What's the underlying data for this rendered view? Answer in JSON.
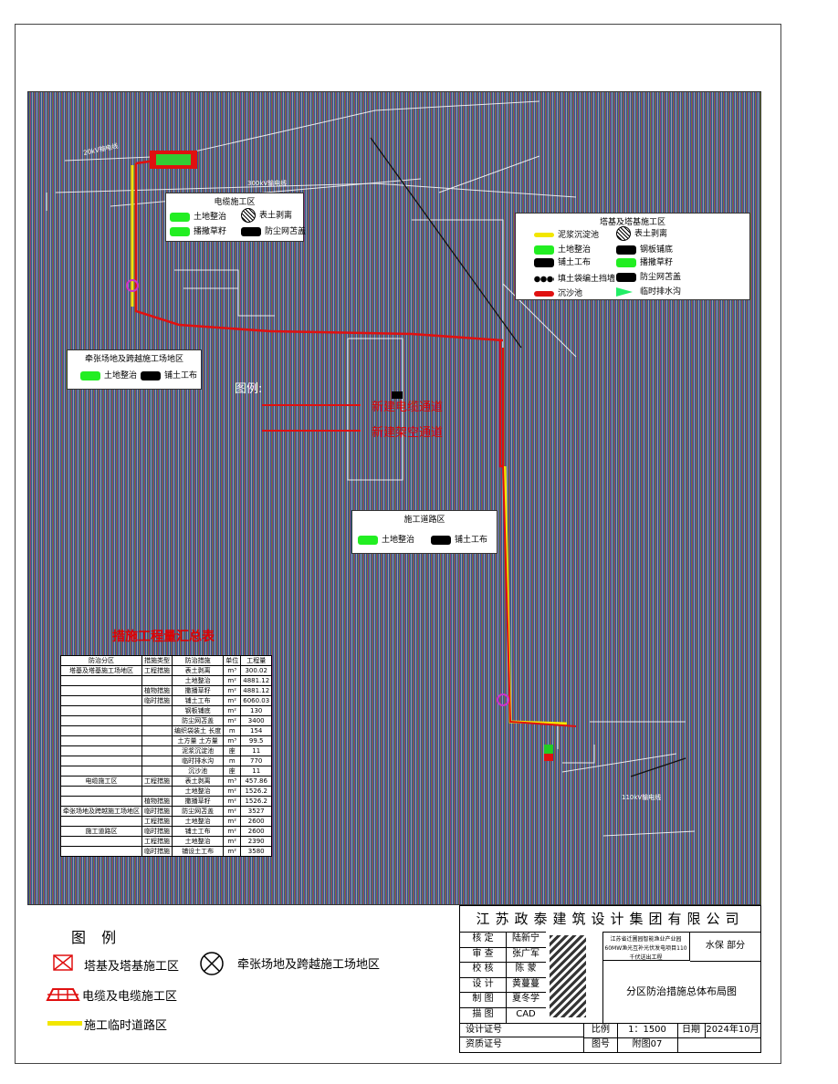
{
  "map": {
    "legend_power_cable": {
      "title": "电缆施工区",
      "items": [
        {
          "swatch": "green",
          "label": "土地整治"
        },
        {
          "swatch": "hatched-circle",
          "label": "表土剥离"
        },
        {
          "swatch": "green",
          "label": "播撒草籽"
        },
        {
          "swatch": "black",
          "label": "防尘网苫盖"
        }
      ]
    },
    "legend_tower": {
      "title": "塔基及塔基施工区",
      "items": [
        {
          "swatch": "yellow",
          "label": "泥浆沉淀池"
        },
        {
          "swatch": "hatched-circle",
          "label": "表土剥离"
        },
        {
          "swatch": "green",
          "label": "土地整治"
        },
        {
          "swatch": "black",
          "label": "钢板铺底"
        },
        {
          "swatch": "black",
          "label": "铺土工布"
        },
        {
          "swatch": "green",
          "label": "播撒草籽"
        },
        {
          "swatch": "black-beads",
          "label": "填土袋编土挡墙"
        },
        {
          "swatch": "black",
          "label": "防尘网苫盖"
        },
        {
          "swatch": "red",
          "label": "沉沙池"
        },
        {
          "swatch": "green-arrow",
          "label": "临时排水沟"
        }
      ]
    },
    "legend_pulling": {
      "title": "牵张场地及跨越施工场地区",
      "items": [
        {
          "swatch": "green",
          "label": "土地整治"
        },
        {
          "swatch": "black",
          "label": "铺土工布"
        }
      ]
    },
    "legend_road": {
      "title": "施工道路区",
      "items": [
        {
          "swatch": "green",
          "label": "土地整治"
        },
        {
          "swatch": "black",
          "label": "铺土工布"
        }
      ]
    },
    "route_legend": {
      "title": "图例:",
      "items": [
        "新建电缆通道",
        "新建架空通道"
      ]
    },
    "table_title": "措施工程量汇总表",
    "table": {
      "headers": [
        "防治分区",
        "措施类型",
        "防治措施",
        "单位",
        "工程量"
      ],
      "rows": [
        [
          "塔基及塔基施工场地区",
          "工程措施",
          "表土剥离",
          "m³",
          "300.02"
        ],
        [
          "",
          "",
          "土地整治",
          "m²",
          "4881.12"
        ],
        [
          "",
          "植物措施",
          "撒播草籽",
          "m²",
          "4881.12"
        ],
        [
          "",
          "临时措施",
          "铺土工布",
          "m²",
          "6060.03"
        ],
        [
          "",
          "",
          "钢板铺底",
          "m²",
          "130"
        ],
        [
          "",
          "",
          "防尘网苫盖",
          "m²",
          "3400"
        ],
        [
          "",
          "",
          "编织袋装土 长度",
          "m",
          "154"
        ],
        [
          "",
          "",
          "土方量 土方量",
          "m³",
          "99.5"
        ],
        [
          "",
          "",
          "泥浆沉淀池",
          "座",
          "11"
        ],
        [
          "",
          "",
          "临时排水沟",
          "m",
          "770"
        ],
        [
          "",
          "",
          "沉沙池",
          "座",
          "11"
        ],
        [
          "电缆施工区",
          "工程措施",
          "表土剥离",
          "m³",
          "457.86"
        ],
        [
          "",
          "",
          "土地整治",
          "m²",
          "1526.2"
        ],
        [
          "",
          "植物措施",
          "撒播草籽",
          "m²",
          "1526.2"
        ],
        [
          "牵张场地及跨越施工场地区",
          "临时措施",
          "防尘网苫盖",
          "m²",
          "3527"
        ],
        [
          "",
          "工程措施",
          "土地整治",
          "m²",
          "2600"
        ],
        [
          "施工道路区",
          "临时措施",
          "铺土工布",
          "m²",
          "2600"
        ],
        [
          "",
          "工程措施",
          "土地整治",
          "m²",
          "2390"
        ],
        [
          "",
          "临时措施",
          "铺设土工布",
          "m²",
          "3580"
        ]
      ]
    },
    "map_labels": [
      "20kV输电线",
      "110kV输电线",
      "300kV输电线"
    ]
  },
  "bottom_legend": {
    "title": "图  例",
    "items": [
      {
        "label": "塔基及塔基施工区"
      },
      {
        "label": "牵张场地及跨越施工场地区"
      },
      {
        "label": "电缆及电缆施工区"
      },
      {
        "label": "施工临时道路区"
      }
    ]
  },
  "title_block": {
    "company": "江苏政泰建筑设计集团有限公司",
    "rows": [
      {
        "role": "核  定",
        "name": "陆新宁"
      },
      {
        "role": "审  查",
        "name": "张广军"
      },
      {
        "role": "校  核",
        "name": "陈  蒙"
      },
      {
        "role": "设  计",
        "name": "黄蔓蔓"
      },
      {
        "role": "制  图",
        "name": "夏冬学"
      },
      {
        "role": "描  图",
        "name": "CAD"
      }
    ],
    "project_line1": "江苏省迁圃园智能渔业产业园",
    "project_line2": "60MW渔光互补光伏发电项目110千伏送出工程",
    "discipline": "水保  部分",
    "drawing_name": "分区防治措施总体布局图",
    "design_cert_label": "设计证号",
    "qual_cert_label": "资质证号",
    "scale_label": "比例",
    "scale_value": "1：1500",
    "date_label": "日期",
    "date_value": "2024年10月",
    "figure_label": "图号",
    "figure_value": "附图07"
  },
  "colors": {
    "route_red": "#e01010",
    "road_yellow": "#f2e600",
    "green": "#22ee22"
  }
}
